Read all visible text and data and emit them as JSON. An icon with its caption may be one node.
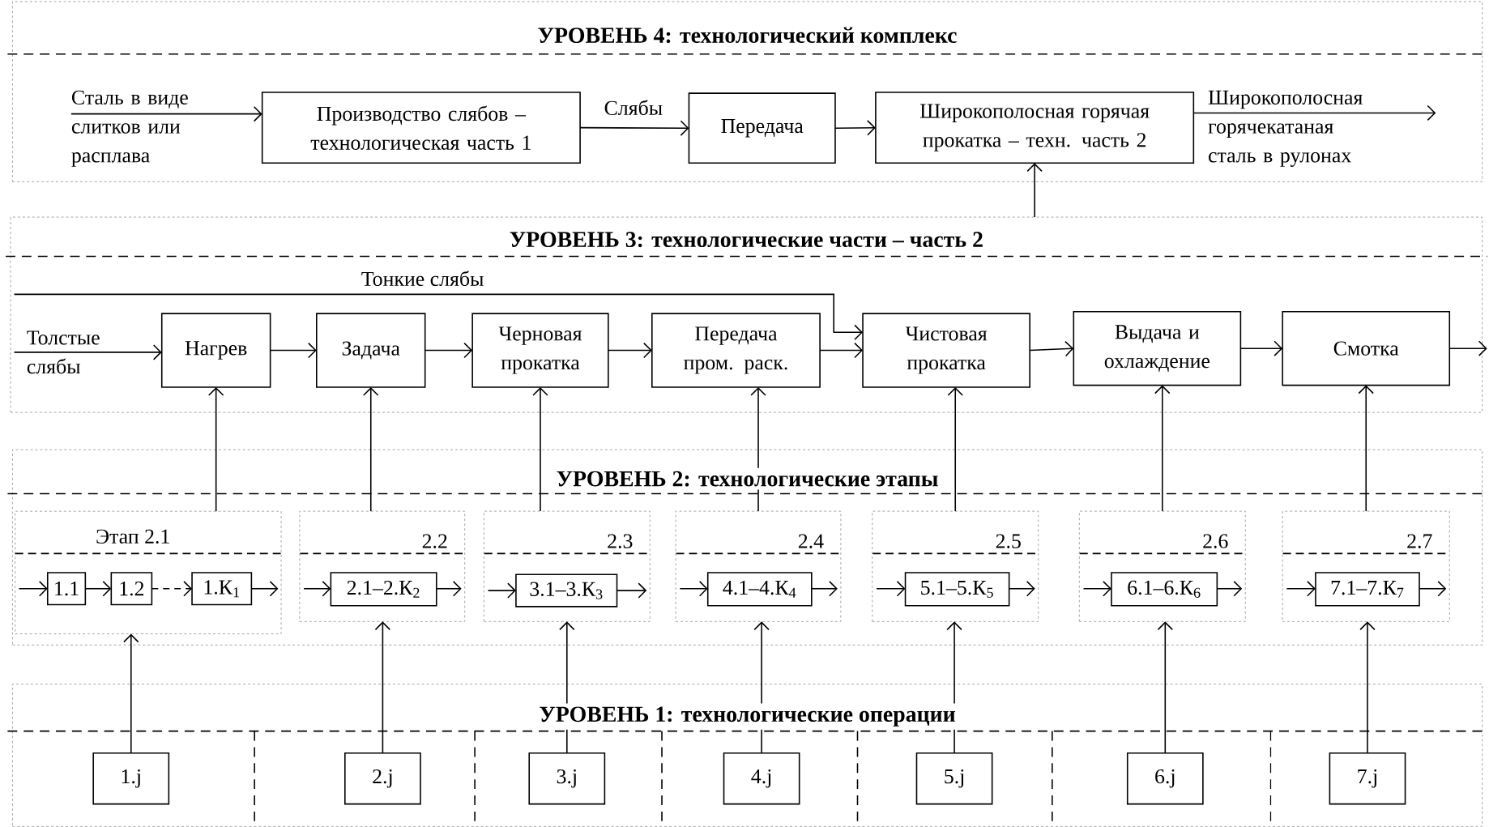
{
  "diagram": {
    "nodes": [
      {
        "text": [
          "УРОВЕНЬ 4: технологический комплекс"
        ]
      },
      {
        "text": [
          "Производство слябов – технологическая часть 1"
        ],
        "in": 0
      },
      {
        "text": [
          "Передача"
        ],
        "in": 0
      },
      {
        "text": [
          "Широкополосная горячая прокатка – техн. часть 2"
        ],
        "in": 0
      },
      {
        "text": [
          "УРОВЕНЬ 3: технологические части – часть 2"
        ]
      },
      {
        "text": [
          "Нагрев"
        ],
        "in": 4
      },
      {
        "text": [
          "Задача"
        ],
        "in": 4
      },
      {
        "text": [
          "Черновая прокатка"
        ],
        "in": 4
      },
      {
        "text": [
          "Передача пром. раск."
        ],
        "in": 4
      },
      {
        "text": [
          "Чистовая прокатка"
        ],
        "in": 4
      },
      {
        "text": [
          "Выдача и охлаждение"
        ],
        "in": 4
      },
      {
        "text": [
          "Смотка"
        ],
        "in": 4
      },
      {
        "text": [
          "УРОВЕНЬ 2: технологические этапы"
        ]
      },
      {
        "text": [
          "Этап 2.1"
        ],
        "in": 12
      },
      {
        "text": [
          "1.1"
        ],
        "in": 13
      },
      {
        "text": [
          "1.2"
        ],
        "in": 13
      },
      {
        "text": [
          "1.К$_{1}$"
        ],
        "in": 13
      },
      {
        "text": [
          "2.2"
        ],
        "in": 12
      },
      {
        "text": [
          "2.1–2.К$_{2}$"
        ],
        "in": 17
      },
      {
        "text": [
          "2.3"
        ],
        "in": 12
      },
      {
        "text": [
          "3.1–3.К$_{3}$"
        ],
        "in": 19
      },
      {
        "text": [
          "2.4"
        ],
        "in": 12
      },
      {
        "text": [
          "4.1–4.К$_{4}$"
        ],
        "in": 21
      },
      {
        "text": [
          "2.5"
        ],
        "in": 12
      },
      {
        "text": [
          "5.1–5.К$_{5}$"
        ],
        "in": 23
      },
      {
        "text": [
          "2.6"
        ],
        "in": 12
      },
      {
        "text": [
          "6.1–6.К$_{6}$"
        ],
        "in": 25
      },
      {
        "text": [
          "2.7"
        ],
        "in": 12
      },
      {
        "text": [
          "7.1–7.К$_{7}$"
        ],
        "in": 27
      },
      {
        "text": [
          "УРОВЕНЬ 1: технологические операции"
        ]
      },
      {
        "text": [
          "1.j"
        ],
        "in": 29
      },
      {
        "text": [
          "2.j"
        ],
        "in": 29
      },
      {
        "text": [
          "3.j"
        ],
        "in": 29
      },
      {
        "text": [
          "4.j"
        ],
        "in": 29
      },
      {
        "text": [
          "5.j"
        ],
        "in": 29
      },
      {
        "text": [
          "6.j"
        ],
        "in": 29
      },
      {
        "text": [
          "7.j"
        ],
        "in": 29
      }
    ],
    "edges": [
      {
        "from": null,
        "to": 1,
        "arrow": "to",
        "label": "Сталь в виде слитков или расплава"
      },
      {
        "from": 1,
        "to": 2,
        "arrow": "to",
        "label": "Слябы"
      },
      {
        "from": 2,
        "to": 3,
        "arrow": "to"
      },
      {
        "from": 3,
        "to": null,
        "arrow": "to",
        "label": "Широкополосная горячекатаная сталь в рулонах"
      },
      {
        "from": 4,
        "to": 3,
        "arrow": "to"
      },
      {
        "from": null,
        "to": 5,
        "arrow": "to",
        "label": "Толстые слябы"
      },
      {
        "from": null,
        "to": 9,
        "arrow": "to",
        "label": "Тонкие слябы"
      },
      {
        "from": 5,
        "to": 6,
        "arrow": "to"
      },
      {
        "from": 6,
        "to": 7,
        "arrow": "to"
      },
      {
        "from": 7,
        "to": 8,
        "arrow": "to"
      },
      {
        "from": 8,
        "to": 9,
        "arrow": "to"
      },
      {
        "from": 9,
        "to": 10,
        "arrow": "to"
      },
      {
        "from": 10,
        "to": 11,
        "arrow": "to"
      },
      {
        "from": 11,
        "to": null,
        "arrow": "to"
      },
      {
        "from": 13,
        "to": 5,
        "arrow": "to"
      },
      {
        "from": 17,
        "to": 6,
        "arrow": "to"
      },
      {
        "from": 19,
        "to": 7,
        "arrow": "to"
      },
      {
        "from": 21,
        "to": 8,
        "arrow": "to"
      },
      {
        "from": 23,
        "to": 9,
        "arrow": "to"
      },
      {
        "from": 25,
        "to": 10,
        "arrow": "to"
      },
      {
        "from": 27,
        "to": 11,
        "arrow": "to"
      },
      {
        "from": null,
        "to": 14,
        "arrow": "to"
      },
      {
        "from": 14,
        "to": 15,
        "arrow": "to"
      },
      {
        "from": 15,
        "to": 16,
        "arrow": "to",
        "style": "dashed"
      },
      {
        "from": 16,
        "to": null,
        "arrow": "to"
      },
      {
        "from": null,
        "to": 18,
        "arrow": "to"
      },
      {
        "from": 18,
        "to": null,
        "arrow": "to"
      },
      {
        "from": null,
        "to": 20,
        "arrow": "to"
      },
      {
        "from": 20,
        "to": null,
        "arrow": "to"
      },
      {
        "from": null,
        "to": 22,
        "arrow": "to"
      },
      {
        "from": 22,
        "to": null,
        "arrow": "to"
      },
      {
        "from": null,
        "to": 24,
        "arrow": "to"
      },
      {
        "from": 24,
        "to": null,
        "arrow": "to"
      },
      {
        "from": null,
        "to": 26,
        "arrow": "to"
      },
      {
        "from": 26,
        "to": null,
        "arrow": "to"
      },
      {
        "from": null,
        "to": 28,
        "arrow": "to"
      },
      {
        "from": 28,
        "to": null,
        "arrow": "to"
      },
      {
        "from": 30,
        "to": 13,
        "arrow": "to"
      },
      {
        "from": 31,
        "to": 17,
        "arrow": "to"
      },
      {
        "from": 32,
        "to": 19,
        "arrow": "to"
      },
      {
        "from": 33,
        "to": 21,
        "arrow": "to"
      },
      {
        "from": 34,
        "to": 23,
        "arrow": "to"
      },
      {
        "from": 35,
        "to": 25,
        "arrow": "to"
      },
      {
        "from": 36,
        "to": 27,
        "arrow": "to"
      }
    ]
  }
}
